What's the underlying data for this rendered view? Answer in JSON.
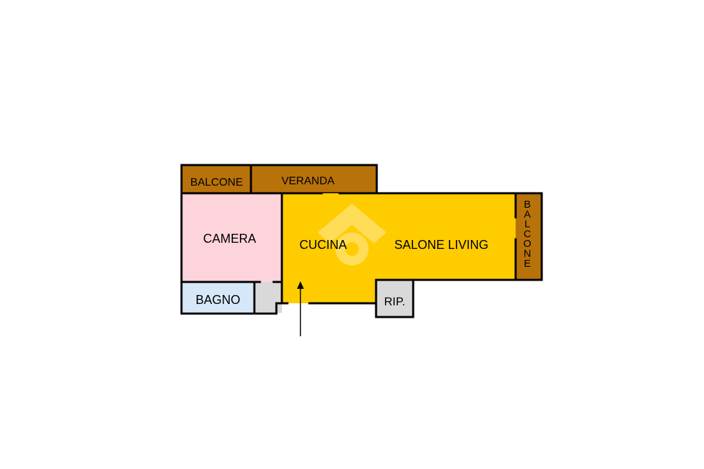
{
  "rooms": {
    "balcone_top": "BALCONE",
    "veranda": "VERANDA",
    "camera": "CAMERA",
    "cucina": "CUCINA",
    "salone": "SALONE LIVING",
    "bagno": "BAGNO",
    "ripostiglio": "RIP.",
    "balcone_side": "BALCONE"
  },
  "colors": {
    "balcony": "#B8720A",
    "living": "#FFCC00",
    "camera": "#FDD3DC",
    "bagno": "#D6E8F8",
    "service": "#D9D9D9",
    "wall": "#000000"
  },
  "icons": {
    "watermark": "house-logo-watermark-icon",
    "entrance": "entrance-arrow-icon"
  }
}
